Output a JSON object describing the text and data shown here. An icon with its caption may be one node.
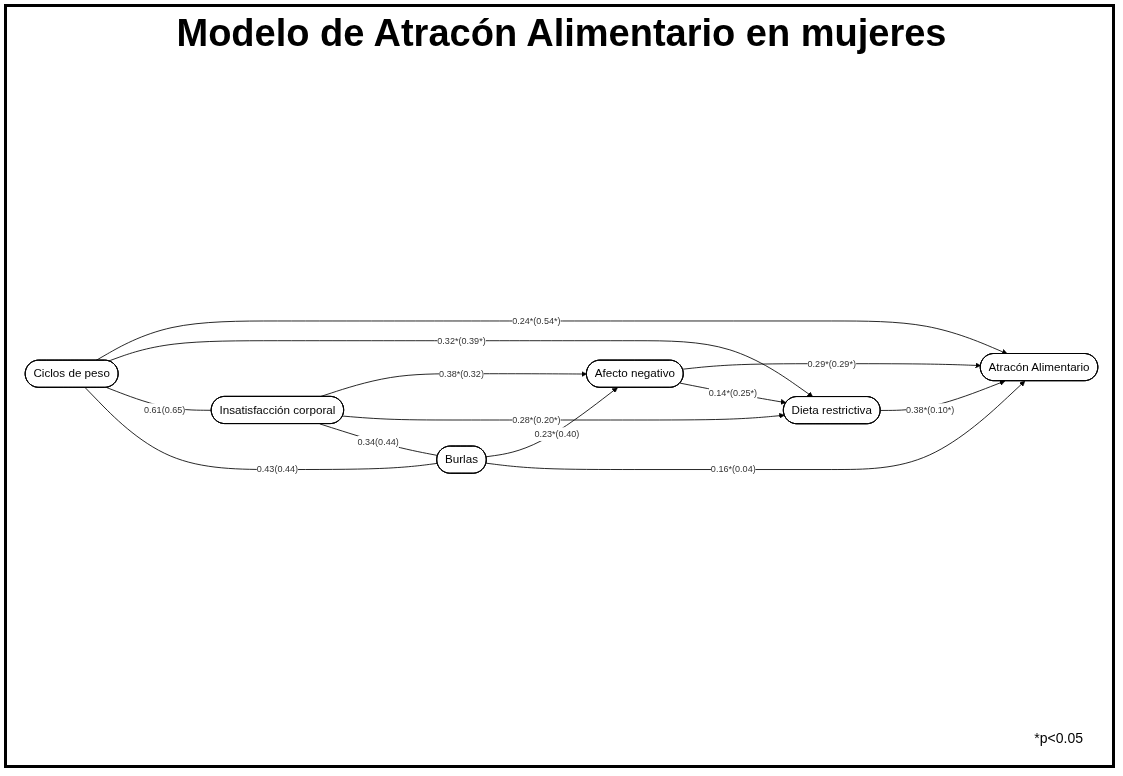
{
  "diagram": {
    "title": "Modelo de Atracón Alimentario en mujeres",
    "nodes": [
      {
        "text": [
          "Ciclos de peso"
        ]
      },
      {
        "text": [
          "Afecto negativo"
        ]
      },
      {
        "text": [
          "Insatisfacción corporal"
        ]
      },
      {
        "text": [
          "Atracón Alimentario"
        ]
      },
      {
        "text": [
          "Dieta restrictiva"
        ]
      },
      {
        "text": [
          "Burlas"
        ]
      }
    ],
    "edges": [
      {
        "from": 0,
        "to": 3,
        "arrow": "to",
        "label": "0.24*(0.54*)"
      },
      {
        "from": 0,
        "to": 4,
        "arrow": "to",
        "label": "0.32*(0.39*)"
      },
      {
        "from": 2,
        "to": 1,
        "arrow": "to",
        "label": "0.38*(0.32)"
      },
      {
        "from": 1,
        "to": 3,
        "arrow": "to",
        "label": "0.29*(0.29*)"
      },
      {
        "from": 1,
        "to": 4,
        "arrow": "to",
        "label": "0.14*(0.25*)"
      },
      {
        "from": 2,
        "to": 4,
        "arrow": "to",
        "label": "0.28*(0.20*)"
      },
      {
        "from": 5,
        "to": 1,
        "arrow": "to",
        "label": "0.23*(0.40)"
      },
      {
        "from": 4,
        "to": 3,
        "arrow": "to",
        "label": "0.38*(0.10*)"
      },
      {
        "from": 5,
        "to": 3,
        "arrow": "to",
        "label": "0.16*(0.04)"
      },
      {
        "from": 0,
        "to": 2,
        "arrow": "none",
        "label": "0.61(0.65)"
      },
      {
        "from": 0,
        "to": 5,
        "arrow": "none",
        "label": "0.43(0.44)"
      },
      {
        "from": 2,
        "to": 5,
        "arrow": "none",
        "label": "0.34(0.44)"
      }
    ],
    "labels": [
      "*p<0.05"
    ]
  }
}
